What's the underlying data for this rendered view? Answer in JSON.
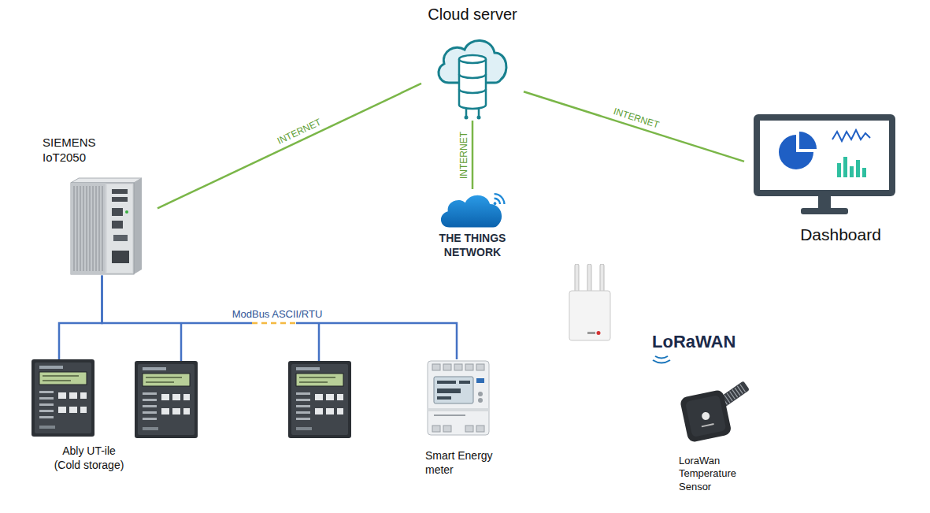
{
  "diagram": {
    "nodes": [
      {
        "text": [
          "Cloud server"
        ]
      },
      {
        "text": [
          "SIEMENS IoT2050"
        ]
      },
      {
        "text": [
          "THE THINGS NETWORK"
        ]
      },
      {
        "text": [
          "Dashboard"
        ]
      },
      {
        "text": [
          "Ably UT-ile (Cold storage)"
        ]
      },
      {
        "text": [
          "Smart Energy meter"
        ]
      },
      {
        "text": [
          "LoraWan Temperature Sensor"
        ]
      }
    ],
    "edges": [
      {
        "from": 1,
        "to": 0,
        "arrow": "none",
        "label": "INTERNET"
      },
      {
        "from": 0,
        "to": 2,
        "arrow": "none",
        "label": "INTERNET"
      },
      {
        "from": 0,
        "to": 3,
        "arrow": "none",
        "label": "INTERNET"
      },
      {
        "from": 1,
        "to": 4,
        "arrow": "none"
      },
      {
        "from": 1,
        "to": 5,
        "arrow": "none",
        "label": "ModBus ASCII/RTU"
      }
    ],
    "labels": [
      "LoRaWAN"
    ]
  }
}
